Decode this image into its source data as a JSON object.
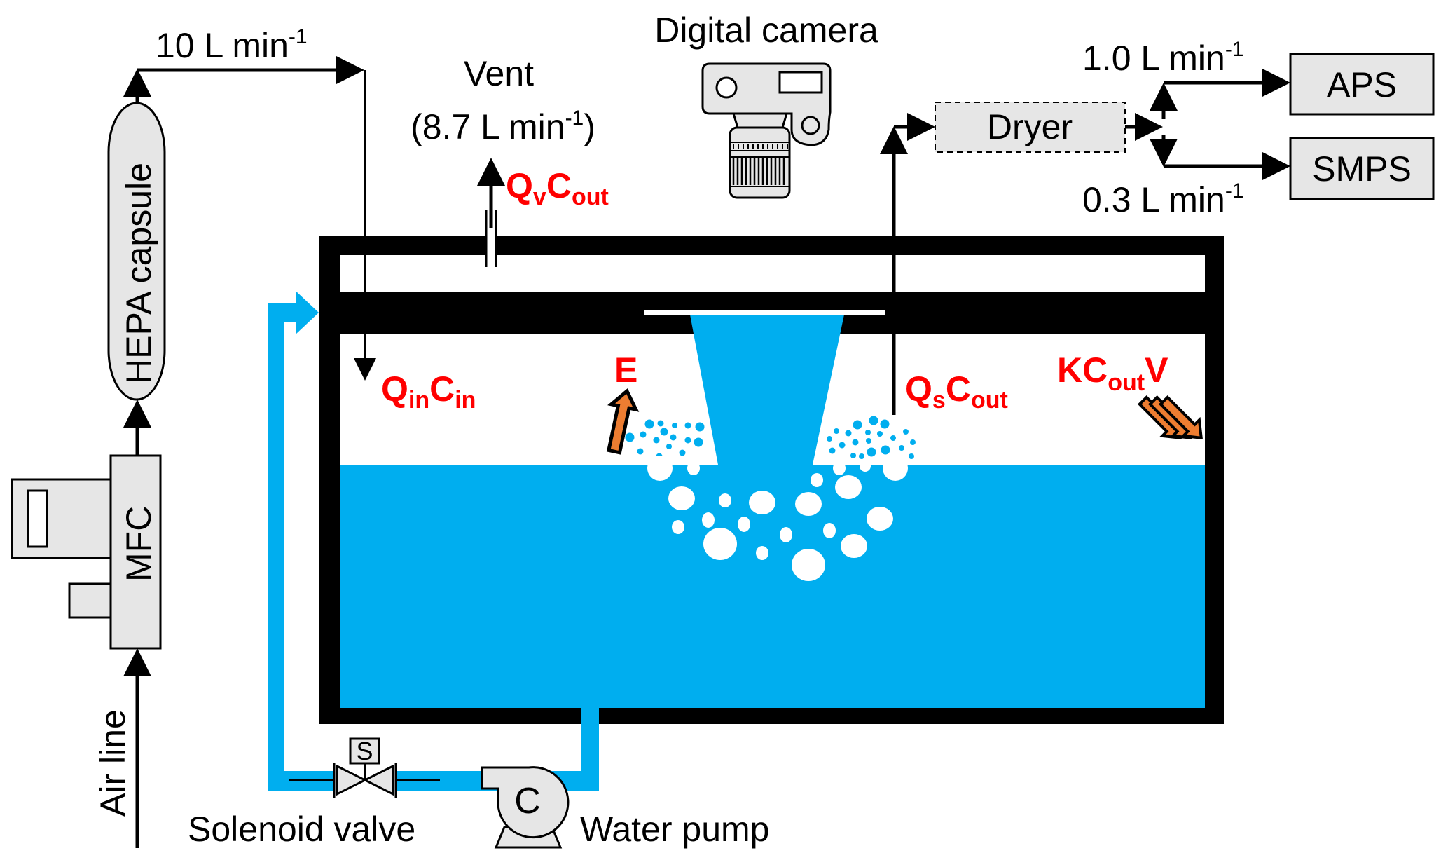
{
  "labels": {
    "inlet_flow": "10 L min",
    "inlet_flow_sup": "-1",
    "hepa": "HEPA capsule",
    "mfc": "MFC",
    "air_line": "Air line",
    "vent": "Vent",
    "vent_flow_open": "(8.7 L min",
    "vent_flow_sup": "-1",
    "vent_flow_close": ")",
    "camera": "Digital camera",
    "dryer": "Dryer",
    "aps": "APS",
    "smps": "SMPS",
    "aps_flow": "1.0 L min",
    "aps_flow_sup": "-1",
    "smps_flow": "0.3 L min",
    "smps_flow_sup": "-1",
    "solenoid_valve": "Solenoid valve",
    "solenoid_symbol": "S",
    "water_pump": "Water pump",
    "pump_symbol": "C"
  },
  "equations": {
    "vent_term": {
      "main1": "Q",
      "sub1": "v",
      "main2": "C",
      "sub2": "out"
    },
    "inlet_term": {
      "main1": "Q",
      "sub1": "in",
      "main2": "C",
      "sub2": "in"
    },
    "emission_term": {
      "main1": "E"
    },
    "sample_term": {
      "main1": "Q",
      "sub1": "s",
      "main2": "C",
      "sub2": "out"
    },
    "loss_term": {
      "main1": "KC",
      "sub1": "out",
      "main2": "V"
    }
  },
  "colors": {
    "water": "#00aeef",
    "equation_red": "#ff0000",
    "arrow_orange": "#ed7d31",
    "device_gray": "#e6e6e6"
  }
}
